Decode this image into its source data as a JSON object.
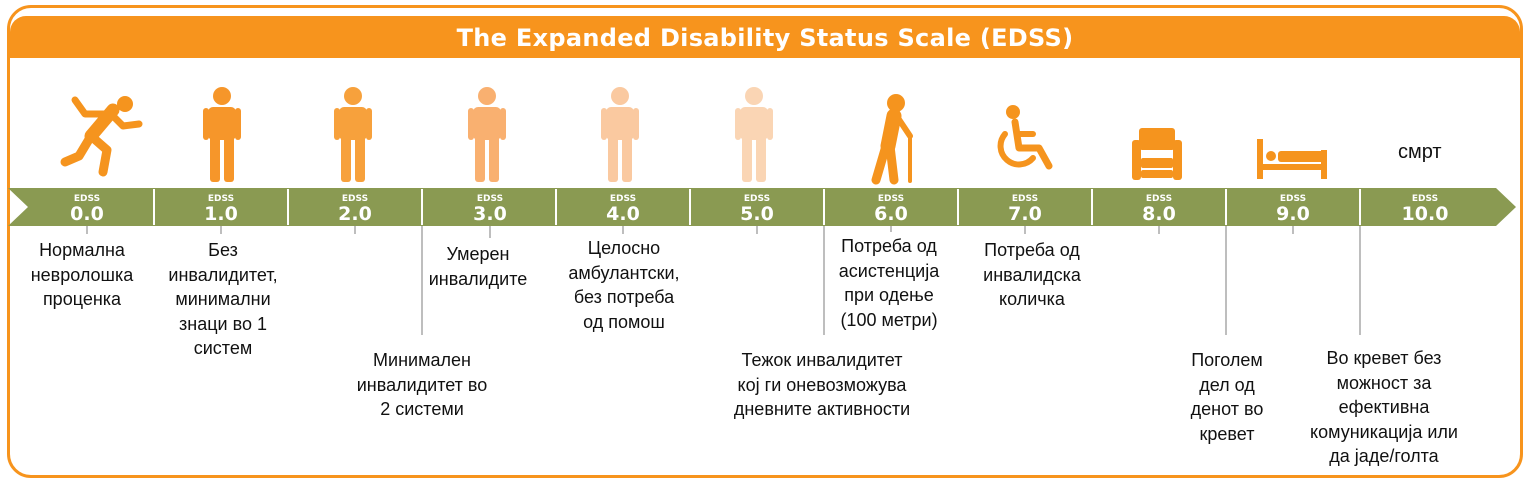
{
  "title": "The Expanded Disability Status Scale (EDSS)",
  "colors": {
    "banner": "#f7941d",
    "axis": "#8a9a52",
    "separator": "#ffffff",
    "connector": "#a8a8a8",
    "figure_shades": [
      "#f5941e",
      "#f6962a",
      "#f7a13c",
      "#f9b070",
      "#fac9a0",
      "#fad5b4",
      "#f5941e",
      "#f5941e",
      "#f5941e",
      "#f5941e"
    ]
  },
  "scale": {
    "code": "EDSS",
    "levels": [
      "0.0",
      "1.0",
      "2.0",
      "3.0",
      "4.0",
      "5.0",
      "6.0",
      "7.0",
      "8.0",
      "9.0",
      "10.0"
    ]
  },
  "icons": [
    "running-person-icon",
    "standing-person-icon",
    "standing-person-icon",
    "standing-person-icon",
    "standing-person-icon",
    "standing-person-icon",
    "walking-cane-person-icon",
    "wheelchair-icon",
    "armchair-icon",
    "bed-icon"
  ],
  "death_label": "смрт",
  "descriptions": [
    "Нормална\nневролошка\nпроценка",
    "Без\nинвалидитет,\nминимални\nзнаци во 1\nсистем",
    "Минимален\nинвалидитет во\n2 системи",
    "Умерен\nинвалидите",
    "Целосно\nамбулантски,\nбез потреба\nод помош",
    "Тежок инвалидитет\nкој ги оневозможува\nдневните активности",
    "Потреба од\nасистенција\nпри одење\n(100 метри)",
    "Потреба од\nинвалидска\nколичка",
    "Поголем\nдел од\nденот во\nкревет",
    "Во кревет без\nможност за\nефективна\nкомуникација или\nда јаде/голта"
  ]
}
